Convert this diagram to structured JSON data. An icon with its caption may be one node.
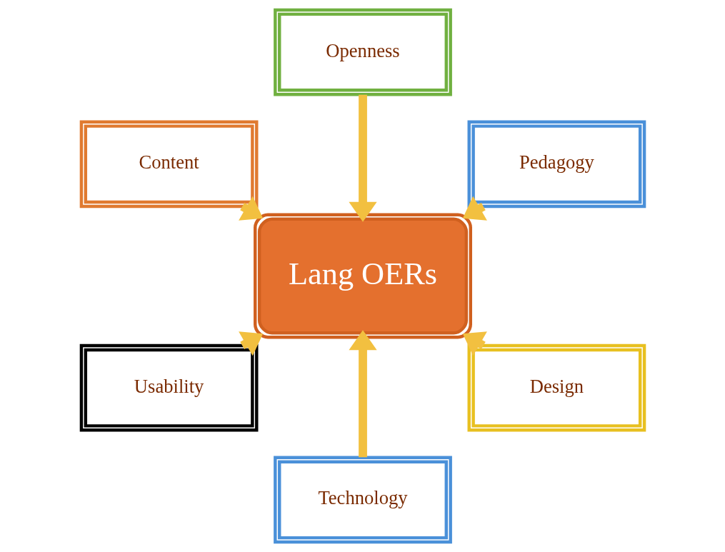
{
  "diagram": {
    "nodes": [
      {
        "text": [
          "Lang OERs"
        ]
      },
      {
        "text": [
          "Pedagogy"
        ]
      },
      {
        "text": [
          "Openness"
        ]
      },
      {
        "text": [
          "Content"
        ]
      },
      {
        "text": [
          "Usability"
        ]
      },
      {
        "text": [
          "Technology"
        ]
      },
      {
        "text": [
          "Design"
        ]
      }
    ],
    "edges": [
      {
        "from": 1,
        "to": 0,
        "arrow": "to"
      },
      {
        "from": 2,
        "to": 0,
        "arrow": "to"
      },
      {
        "from": 3,
        "to": 0,
        "arrow": "to"
      },
      {
        "from": 4,
        "to": 0,
        "arrow": "to"
      },
      {
        "from": 5,
        "to": 0,
        "arrow": "to"
      },
      {
        "from": 6,
        "to": 0,
        "arrow": "to"
      }
    ]
  }
}
